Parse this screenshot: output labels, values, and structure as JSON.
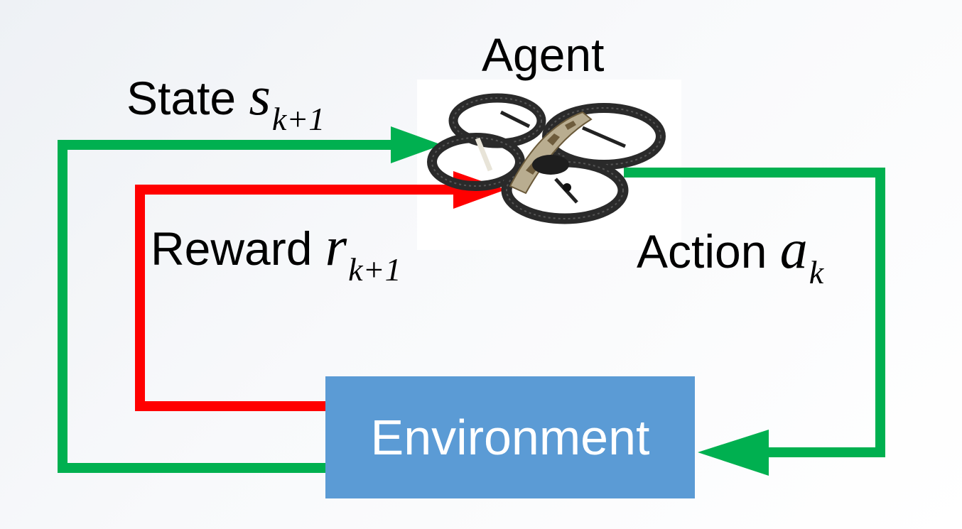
{
  "diagram": {
    "agent_label": "Agent",
    "environment_label": "Environment",
    "state": {
      "word": "State",
      "symbol": "s",
      "subscript": "k+1"
    },
    "reward": {
      "word": "Reward",
      "symbol": "r",
      "subscript": "k+1"
    },
    "action": {
      "word": "Action",
      "symbol": "a",
      "subscript": "k"
    }
  },
  "colors": {
    "state_arrow": "#00b050",
    "action_arrow": "#00b050",
    "reward_arrow": "#ff0000",
    "environment_box": "#5b9bd5",
    "environment_text": "#ffffff"
  },
  "icons": {
    "agent": "quadcopter-drone-icon"
  }
}
